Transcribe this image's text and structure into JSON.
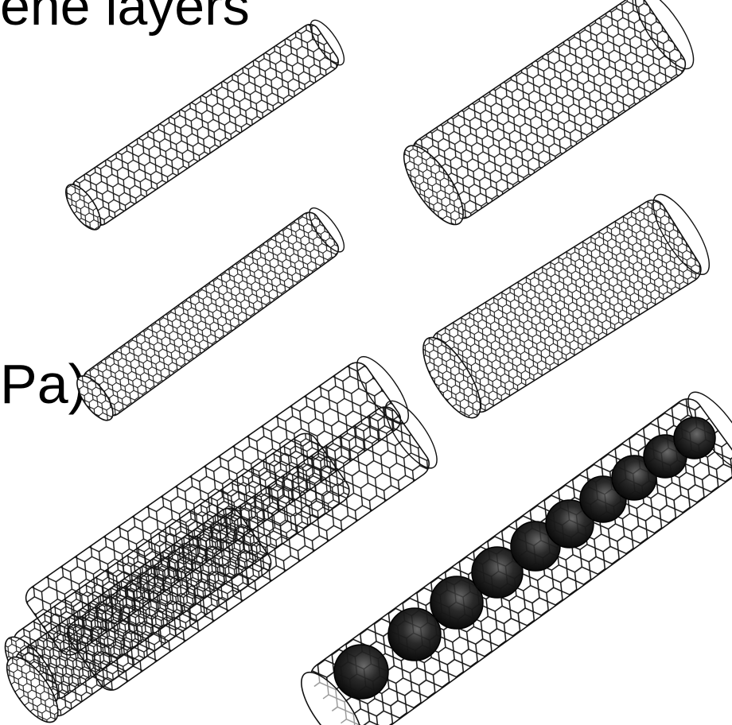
{
  "slide": {
    "title_fragment": "ene layers",
    "left_fragment": "Pa)"
  },
  "figure": {
    "items": [
      {
        "id": "tube-1",
        "kind": "single-wall nanotube"
      },
      {
        "id": "tube-2",
        "kind": "single-wall nanotube"
      },
      {
        "id": "tube-3",
        "kind": "single-wall nanotube"
      },
      {
        "id": "tube-4",
        "kind": "single-wall nanotube"
      },
      {
        "id": "bundle",
        "kind": "nanotube bundle"
      },
      {
        "id": "peapod",
        "kind": "nanotube with encapsulated fullerenes"
      }
    ],
    "colors": {
      "line": "#111111",
      "fill": "#ffffff",
      "ball": "#1c1c1c"
    }
  }
}
